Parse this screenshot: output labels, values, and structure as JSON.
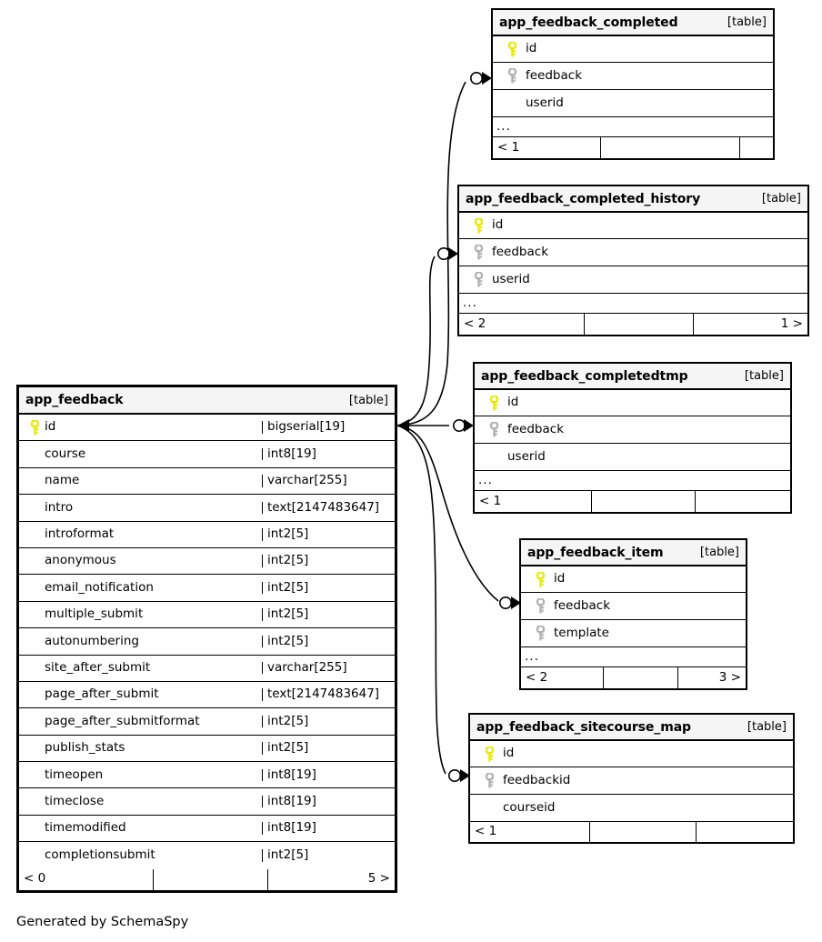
{
  "diagram": {
    "caption": "Generated by SchemaSpy",
    "type_tag": "[table]",
    "ellipsis": "...",
    "colors": {
      "primary_key": "#e8e800",
      "foreign_key": "#b0b0b0",
      "header_bg": "#f5f5f5",
      "border": "#000000",
      "background": "#ffffff"
    }
  },
  "tables": {
    "main": {
      "name": "app_feedback",
      "tag": "[table]",
      "columns": [
        {
          "key": "primary",
          "name": "id",
          "type": "bigserial[19]"
        },
        {
          "key": "none",
          "name": "course",
          "type": "int8[19]"
        },
        {
          "key": "none",
          "name": "name",
          "type": "varchar[255]"
        },
        {
          "key": "none",
          "name": "intro",
          "type": "text[2147483647]"
        },
        {
          "key": "none",
          "name": "introformat",
          "type": "int2[5]"
        },
        {
          "key": "none",
          "name": "anonymous",
          "type": "int2[5]"
        },
        {
          "key": "none",
          "name": "email_notification",
          "type": "int2[5]"
        },
        {
          "key": "none",
          "name": "multiple_submit",
          "type": "int2[5]"
        },
        {
          "key": "none",
          "name": "autonumbering",
          "type": "int2[5]"
        },
        {
          "key": "none",
          "name": "site_after_submit",
          "type": "varchar[255]"
        },
        {
          "key": "none",
          "name": "page_after_submit",
          "type": "text[2147483647]"
        },
        {
          "key": "none",
          "name": "page_after_submitformat",
          "type": "int2[5]"
        },
        {
          "key": "none",
          "name": "publish_stats",
          "type": "int2[5]"
        },
        {
          "key": "none",
          "name": "timeopen",
          "type": "int8[19]"
        },
        {
          "key": "none",
          "name": "timeclose",
          "type": "int8[19]"
        },
        {
          "key": "none",
          "name": "timemodified",
          "type": "int8[19]"
        },
        {
          "key": "none",
          "name": "completionsubmit",
          "type": "int2[5]"
        }
      ],
      "footer": {
        "left": "< 0",
        "middle": "",
        "right": "5 >"
      }
    },
    "related": [
      {
        "id": "app_feedback_completed",
        "name": "app_feedback_completed",
        "tag": "[table]",
        "columns": [
          {
            "key": "primary",
            "name": "id"
          },
          {
            "key": "foreign",
            "name": "feedback"
          },
          {
            "key": "none",
            "name": "userid"
          }
        ],
        "has_ellipsis": true,
        "footer": {
          "left": "< 1",
          "middle": "",
          "right": ""
        }
      },
      {
        "id": "app_feedback_completed_history",
        "name": "app_feedback_completed_history",
        "tag": "[table]",
        "columns": [
          {
            "key": "primary",
            "name": "id"
          },
          {
            "key": "foreign",
            "name": "feedback"
          },
          {
            "key": "foreign",
            "name": "userid"
          }
        ],
        "has_ellipsis": true,
        "footer": {
          "left": "< 2",
          "middle": "",
          "right": "1 >"
        }
      },
      {
        "id": "app_feedback_completedtmp",
        "name": "app_feedback_completedtmp",
        "tag": "[table]",
        "columns": [
          {
            "key": "primary",
            "name": "id"
          },
          {
            "key": "foreign",
            "name": "feedback"
          },
          {
            "key": "none",
            "name": "userid"
          }
        ],
        "has_ellipsis": true,
        "footer": {
          "left": "< 1",
          "middle": "",
          "right": ""
        }
      },
      {
        "id": "app_feedback_item",
        "name": "app_feedback_item",
        "tag": "[table]",
        "columns": [
          {
            "key": "primary",
            "name": "id"
          },
          {
            "key": "foreign",
            "name": "feedback"
          },
          {
            "key": "foreign",
            "name": "template"
          }
        ],
        "has_ellipsis": true,
        "footer": {
          "left": "< 2",
          "middle": "",
          "right": "3 >"
        }
      },
      {
        "id": "app_feedback_sitecourse_map",
        "name": "app_feedback_sitecourse_map",
        "tag": "[table]",
        "columns": [
          {
            "key": "primary",
            "name": "id"
          },
          {
            "key": "foreign",
            "name": "feedbackid"
          },
          {
            "key": "none",
            "name": "courseid"
          }
        ],
        "has_ellipsis": false,
        "footer": {
          "left": "< 1",
          "middle": "",
          "right": ""
        }
      }
    ]
  },
  "relationships": [
    {
      "from": "app_feedback.id",
      "to": "app_feedback_completed.feedback"
    },
    {
      "from": "app_feedback.id",
      "to": "app_feedback_completed_history.feedback"
    },
    {
      "from": "app_feedback.id",
      "to": "app_feedback_completedtmp.feedback"
    },
    {
      "from": "app_feedback.id",
      "to": "app_feedback_item.feedback"
    },
    {
      "from": "app_feedback.id",
      "to": "app_feedback_sitecourse_map.feedbackid"
    }
  ]
}
